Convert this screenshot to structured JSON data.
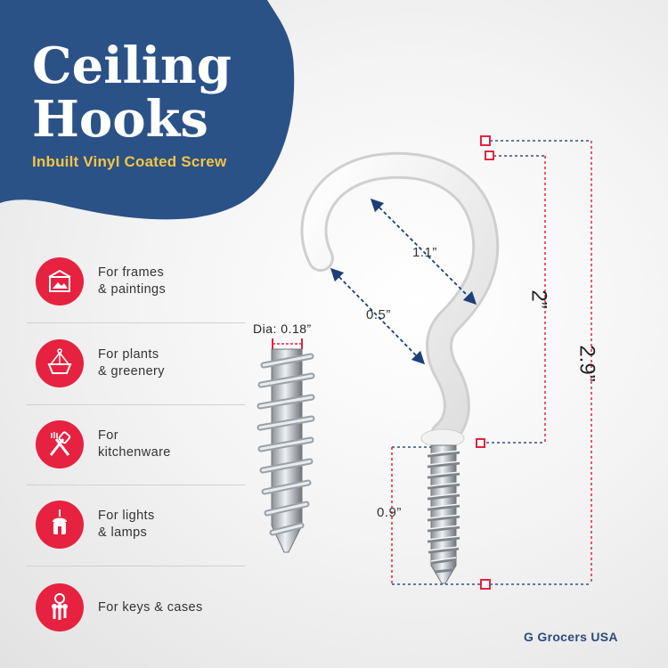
{
  "header": {
    "title_line1": "Ceiling",
    "title_line2": "Hooks",
    "subtitle": "Inbuilt Vinyl Coated Screw"
  },
  "features": [
    {
      "icon": "picture-frame-icon",
      "label": "For frames\n& paintings"
    },
    {
      "icon": "hanging-plant-icon",
      "label": "For plants\n& greenery"
    },
    {
      "icon": "kitchen-utensils-icon",
      "label": "For\nkitchenware"
    },
    {
      "icon": "hanging-lamp-icon",
      "label": "For lights\n& lamps"
    },
    {
      "icon": "keys-icon",
      "label": "For keys & cases"
    }
  ],
  "dimensions": {
    "diameter": "Dia: 0.18”",
    "opening": "1.1”",
    "gap": "0.5”",
    "hook_length": "2”",
    "total_length": "2.9”",
    "thread_length": "0.9”"
  },
  "brand": "G Grocers USA",
  "colors": {
    "accent_blue": "#2b5287",
    "accent_red": "#e62240",
    "subtitle_yellow": "#f5c542"
  }
}
